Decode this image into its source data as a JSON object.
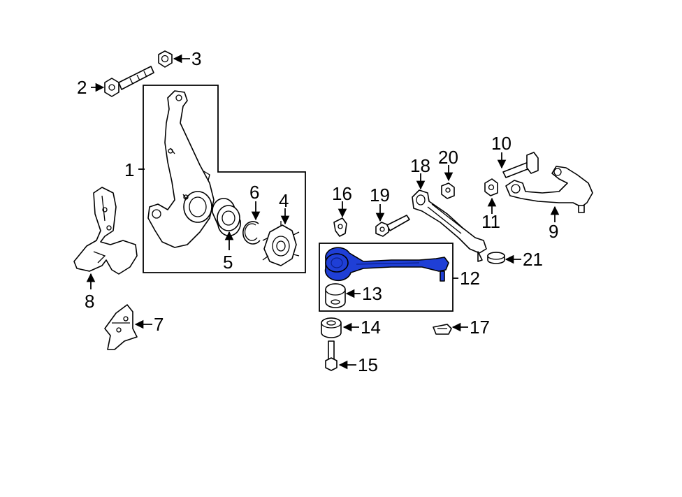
{
  "diagram": {
    "highlight_color": "#1f3fd6",
    "highlighted_part": "12",
    "callouts": [
      "1",
      "2",
      "3",
      "4",
      "5",
      "6",
      "7",
      "8",
      "9",
      "10",
      "11",
      "12",
      "13",
      "14",
      "15",
      "16",
      "17",
      "18",
      "19",
      "20",
      "21"
    ]
  }
}
